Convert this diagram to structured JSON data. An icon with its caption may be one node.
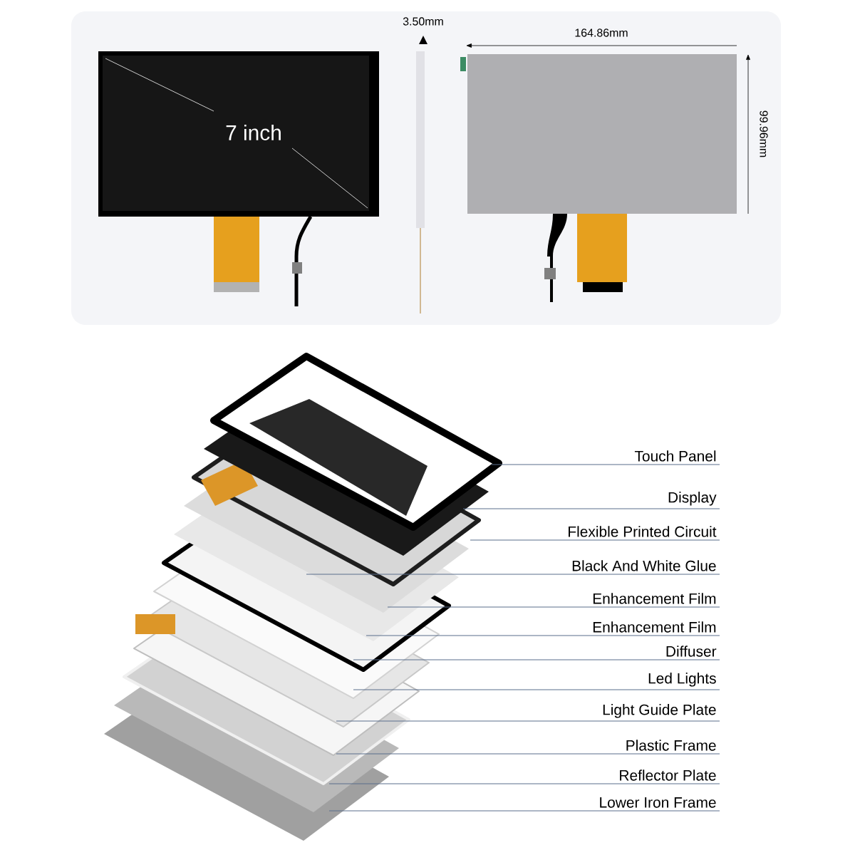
{
  "diagram": {
    "nodes": [
      {
        "text": [
          "Touch Panel"
        ]
      },
      {
        "text": [
          "Display"
        ]
      },
      {
        "text": [
          "Flexible Printed Circuit"
        ]
      },
      {
        "text": [
          "Black And White Glue"
        ]
      },
      {
        "text": [
          "Enhancement Film"
        ]
      },
      {
        "text": [
          "Enhancement Film"
        ]
      },
      {
        "text": [
          "Diffuser"
        ]
      },
      {
        "text": [
          "Led Lights"
        ]
      },
      {
        "text": [
          "Light Guide Plate"
        ]
      },
      {
        "text": [
          "Plastic Frame"
        ]
      },
      {
        "text": [
          "Reflector Plate"
        ]
      },
      {
        "text": [
          "Lower Iron Frame"
        ]
      },
      {
        "text": [],
        "shape": "picture"
      },
      {
        "text": [],
        "shape": "picture"
      },
      {
        "text": [],
        "shape": "picture"
      },
      {
        "text": [],
        "shape": "picture"
      },
      {
        "text": [],
        "shape": "picture"
      },
      {
        "text": [],
        "shape": "picture"
      },
      {
        "text": [],
        "shape": "picture"
      },
      {
        "text": [],
        "shape": "picture"
      },
      {
        "text": [],
        "shape": "picture"
      },
      {
        "text": [],
        "shape": "picture"
      },
      {
        "text": [],
        "shape": "picture"
      },
      {
        "text": [],
        "shape": "picture"
      }
    ],
    "edges": [
      {
        "from": 0,
        "to": 12,
        "arrow": "none"
      },
      {
        "from": 1,
        "to": 13,
        "arrow": "none"
      },
      {
        "from": 2,
        "to": 14,
        "arrow": "none"
      },
      {
        "from": 3,
        "to": 15,
        "arrow": "none"
      },
      {
        "from": 4,
        "to": 16,
        "arrow": "none"
      },
      {
        "from": 5,
        "to": 17,
        "arrow": "none"
      },
      {
        "from": 6,
        "to": 18,
        "arrow": "none"
      },
      {
        "from": 7,
        "to": 19,
        "arrow": "none"
      },
      {
        "from": 8,
        "to": 20,
        "arrow": "none"
      },
      {
        "from": 9,
        "to": 21,
        "arrow": "none"
      },
      {
        "from": 10,
        "to": 22,
        "arrow": "none"
      },
      {
        "from": 11,
        "to": 23,
        "arrow": "none"
      }
    ],
    "labels": [
      "7 inch",
      "3.50mm",
      "164.86mm",
      "99.96mm"
    ]
  }
}
